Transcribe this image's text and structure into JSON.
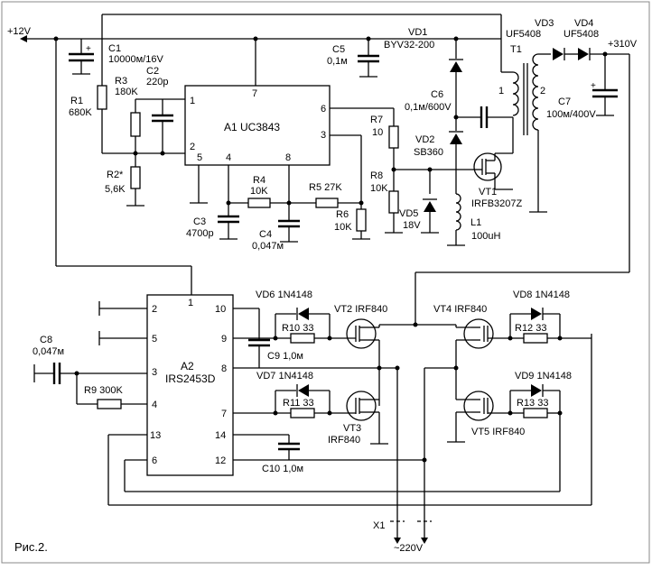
{
  "figure": {
    "caption": "Рис.2."
  },
  "power": {
    "v12": "+12V",
    "v310": "+310V",
    "ac": "~220V",
    "connector": "X1"
  },
  "ics": {
    "a1": {
      "name": "A1 UC3843",
      "pins": [
        "1",
        "2",
        "3",
        "4",
        "5",
        "6",
        "7",
        "8"
      ]
    },
    "a2": {
      "ref": "A2",
      "model": "IRS2453D",
      "pins": [
        "1",
        "2",
        "3",
        "4",
        "5",
        "6",
        "7",
        "8",
        "9",
        "10",
        "12",
        "13",
        "14"
      ]
    }
  },
  "components": {
    "c1": "C1",
    "c1v": "10000м/16V",
    "c2": "C2",
    "c2v": "220p",
    "r1": "R1",
    "r1v": "680K",
    "r3": "R3",
    "r3v": "180K",
    "r2": "R2*",
    "r2v": "5,6K",
    "c5": "C5",
    "c5v": "0,1м",
    "vd1": "VD1",
    "vd1v": "BYV32-200",
    "vd3": "VD3",
    "vd3v": "UF5408",
    "vd4": "VD4",
    "vd4v": "UF5408",
    "t1": "T1",
    "t1p1": "1",
    "t1p2": "2",
    "c7": "C7",
    "c7v": "100м/400V",
    "c6": "C6",
    "c6v": "0,1м/600V",
    "r7": "R7",
    "r7v": "10",
    "vd2": "VD2",
    "vd2v": "SB360",
    "r8": "R8",
    "r8v": "10K",
    "vt1": "VT1",
    "vt1v": "IRFB3207Z",
    "vd5": "VD5",
    "vd5v": "18V",
    "l1": "L1",
    "l1v": "100uH",
    "r4": "R4",
    "r4v": "10K",
    "r5": "R5 27K",
    "r6": "R6",
    "r6v": "10K",
    "c3": "C3",
    "c3v": "4700p",
    "c4": "C4",
    "c4v": "0,047м",
    "c8": "C8",
    "c8v": "0,047м",
    "r9": "R9 300K",
    "vd6": "VD6 1N4148",
    "r10": "R10 33",
    "vt2": "VT2 IRF840",
    "c9": "C9 1,0м",
    "vd7": "VD7 1N4148",
    "r11": "R11 33",
    "vt3": "VT3",
    "vt3v": "IRF840",
    "c10": "C10 1,0м",
    "vt4": "VT4 IRF840",
    "vd8": "VD8 1N4148",
    "r12": "R12 33",
    "vd9": "VD9 1N4148",
    "r13": "R13 33",
    "vt5": "VT5 IRF840"
  }
}
